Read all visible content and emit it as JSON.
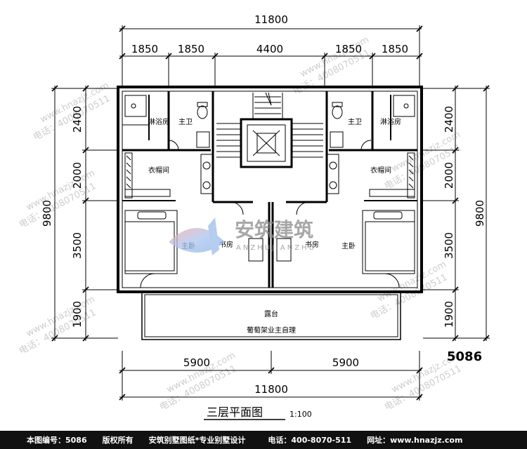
{
  "dimensions": {
    "top_total": "11800",
    "top_segments": [
      "1850",
      "1850",
      "4400",
      "1850",
      "1850"
    ],
    "bottom_segments": [
      "5900",
      "5900"
    ],
    "bottom_total": "11800",
    "left_total": "9800",
    "left_segments": [
      "2400",
      "2000",
      "3500",
      "1900"
    ],
    "right_total": "9800",
    "right_segments": [
      "2400",
      "2000",
      "3500",
      "1900"
    ]
  },
  "rooms": {
    "shower_left": "淋浴房",
    "bath_left": "主卫",
    "bath_right": "主卫",
    "shower_right": "淋浴房",
    "closet_left": "衣帽间",
    "closet_right": "衣帽间",
    "master_left": "主卧",
    "study_left": "书房",
    "study_right": "书房",
    "master_right": "主卧",
    "terrace": "露台",
    "terrace_note": "葡萄架业主自理"
  },
  "plan_code": "5086",
  "drawing_title": "三层平面图",
  "scale": "1:100",
  "logo": {
    "cn": "安筑建筑",
    "en": "ANZHUJIANZHU"
  },
  "watermarks": {
    "url": "www.hnazjz.com",
    "phone": "电话：4008070511"
  },
  "footer": {
    "code_label": "本图编号：5086",
    "rights": "版权所有",
    "slogan": "安筑别墅图纸*专业别墅设计",
    "phone": "电话：400-8070-511",
    "website_label": "网址：",
    "website": "www.hnazjz.com"
  }
}
